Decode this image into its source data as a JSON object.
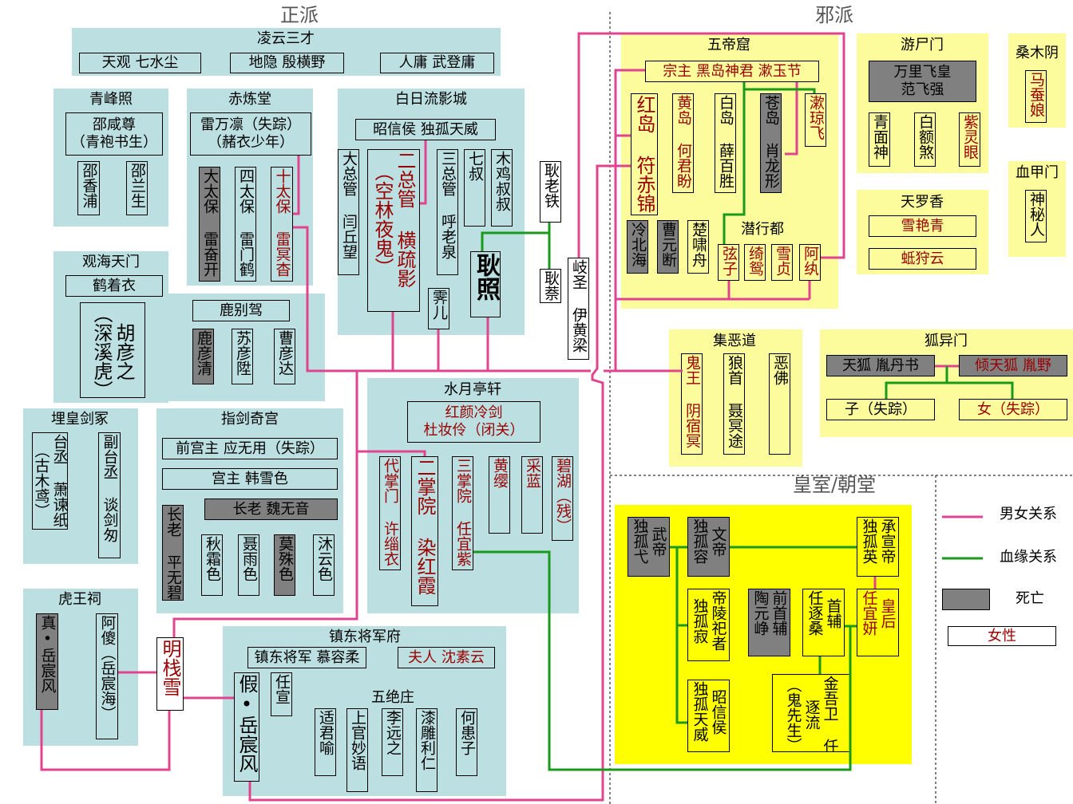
{
  "labels": {
    "zhengpai": "正派",
    "xiepai": "邪派",
    "huangshi": "皇室/朝堂",
    "qianxingdu": "潜行都",
    "wujuezhuang": "五绝庄"
  },
  "colors": {
    "romance": "#e0448f",
    "blood": "#1a9a1a",
    "dead": "#808080",
    "female": "#990000",
    "righteous_bg": "#bcdfe2",
    "evil_bg": "#fcfc9c",
    "court_bg": "#ffff00"
  },
  "factions": {
    "lingyun": {
      "title": "凌云三才",
      "members": [
        "天观 七水尘",
        "地隐 殷横野",
        "人庸 武登庸"
      ]
    },
    "qingfeng": {
      "title": "青峰照",
      "members": [
        "邵咸尊\n（青袍书生）",
        "邵香浦",
        "邵兰生"
      ]
    },
    "chilian": {
      "title": "赤炼堂",
      "members": [
        "雷万凛（失踪）\n（赭衣少年）",
        "大太保 雷奋开",
        "四太保 雷门鹤",
        "十太保 雷冥杳"
      ]
    },
    "guanhai": {
      "title": "观海天门",
      "members": [
        "鹤着衣",
        "胡彦之\n（深溪虎）",
        "鹿别驾",
        "鹿彦清",
        "苏彦陞",
        "曹彦达"
      ]
    },
    "bairi": {
      "title": "白日流影城",
      "members": [
        "昭信侯 独孤天威",
        "大总管 闫丘望",
        "二总管 横疏影\n（空林夜鬼）",
        "三总管 呼老泉",
        "七叔",
        "木鸡叔叔",
        "霁儿",
        "耿照"
      ]
    },
    "independent": {
      "members": [
        "耿老铁",
        "耿萘",
        "岐圣 伊黄梁",
        "明栈雪"
      ]
    },
    "maihuang": {
      "title": "埋皇剑冢",
      "members": [
        "台丞 萧谏纸\n（古木鸢）",
        "副台丞 谈剑匆"
      ]
    },
    "zhijian": {
      "title": "指剑奇宫",
      "members": [
        "前宫主 应无用（失踪）",
        "宫主 韩雪色",
        "长老 魏无音",
        "长老 平无碧",
        "秋霜色",
        "聂雨色",
        "莫殊色",
        "沐云色"
      ]
    },
    "shuiyue": {
      "title": "水月亭轩",
      "members": [
        "红颜冷剑\n杜妆伶（闭关）",
        "代掌门 许缁衣",
        "二掌院 染红霞",
        "三掌院 任宜紫",
        "黄缨",
        "采蓝",
        "碧湖（残）"
      ]
    },
    "huwang": {
      "title": "虎王祠",
      "members": [
        "真•岳宸风",
        "阿傻（岳宸海）"
      ]
    },
    "zhendong": {
      "title": "镇东将军府",
      "members": [
        "镇东将军 慕容柔",
        "夫人 沈素云",
        "假•岳宸风",
        "任宣"
      ]
    },
    "wujue": {
      "members": [
        "适君喻",
        "上官妙语",
        "李远之",
        "漆雕利仁",
        "何患子"
      ]
    },
    "wudi": {
      "title": "五帝窟",
      "members": [
        "宗主 黑岛神君 漱玉节",
        "红岛 符赤锦",
        "黄岛 何君盼",
        "白岛 薛百胜",
        "苍岛 肖龙形",
        "漱琼飞",
        "冷北海",
        "曹元断",
        "楚啸舟"
      ]
    },
    "qianxing": {
      "members": [
        "弦子",
        "绮鸳",
        "雪贞",
        "阿纨"
      ]
    },
    "youshi": {
      "title": "游尸门",
      "members": [
        "万里飞皇\n范飞强",
        "青面神",
        "白额煞",
        "紫灵眼"
      ]
    },
    "tianluo": {
      "title": "天罗香",
      "members": [
        "雪艳青",
        "蚳狩云"
      ]
    },
    "sangmu": {
      "title": "桑木阴",
      "members": [
        "马蚕娘"
      ]
    },
    "xuejia": {
      "title": "血甲门",
      "members": [
        "神秘人"
      ]
    },
    "jie": {
      "title": "集恶道",
      "members": [
        "鬼王 阴宿冥",
        "狼首 聂冥途",
        "恶佛"
      ]
    },
    "huyi": {
      "title": "狐异门",
      "members": [
        "天狐 胤丹书",
        "倾天狐 胤野",
        "子（失踪）",
        "女（失踪）"
      ]
    },
    "court": {
      "members": [
        "武帝\n独孤弋",
        "文帝\n独孤容",
        "承宣帝\n独孤英",
        "帝陵祀者\n独孤寂",
        "前首辅\n陶元峥",
        "首辅\n任逐桑",
        "皇后\n任宜妍",
        "昭信侯\n独孤天威",
        "金吾卫 任\n逐流\n（鬼先生）"
      ]
    }
  },
  "legend": {
    "romance": "男女关系",
    "blood": "血缘关系",
    "dead": "死亡",
    "female": "女性"
  }
}
